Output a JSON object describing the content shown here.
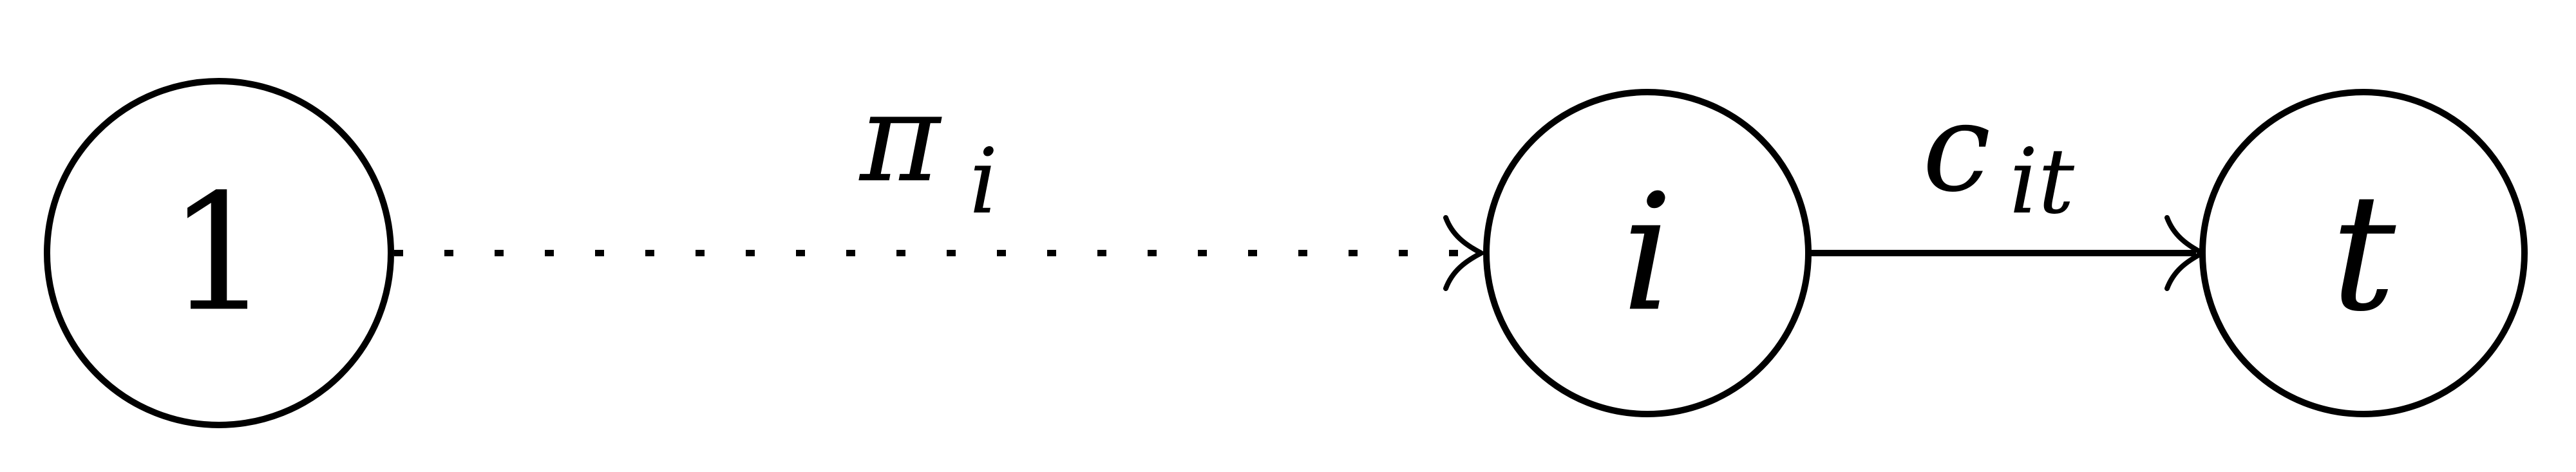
{
  "diagram": {
    "nodes": [
      {
        "id": "node-1",
        "label": "1"
      },
      {
        "id": "node-i",
        "label": "i"
      },
      {
        "id": "node-t",
        "label": "t"
      }
    ],
    "edges": [
      {
        "from": "1",
        "to": "i",
        "style": "dotted",
        "label_main": "π",
        "label_sub": "i"
      },
      {
        "from": "i",
        "to": "t",
        "style": "solid",
        "label_main": "c",
        "label_sub": "it"
      }
    ],
    "colors": {
      "stroke": "#000000",
      "background": "#ffffff"
    }
  }
}
